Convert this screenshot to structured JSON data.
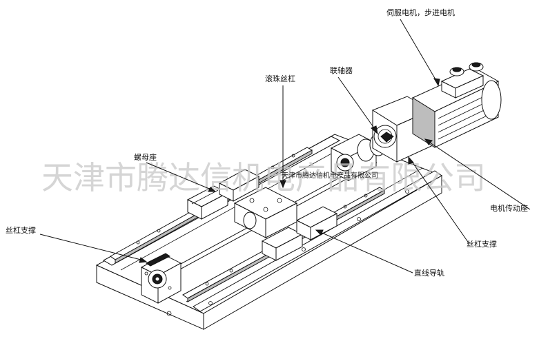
{
  "watermark": {
    "large": "天津市腾达信机电产品有限公司",
    "small": "天津市腾达信机电产品有限公司"
  },
  "labels": {
    "motor": "伺服电机，步进电机",
    "ball_screw": "滚珠丝杠",
    "coupling": "联轴器",
    "nut_seat": "螺母座",
    "screw_support_left": "丝杠支撑",
    "motor_mount": "电机传动座",
    "screw_support_right": "丝杠支撑",
    "linear_guide": "直线导轨"
  }
}
